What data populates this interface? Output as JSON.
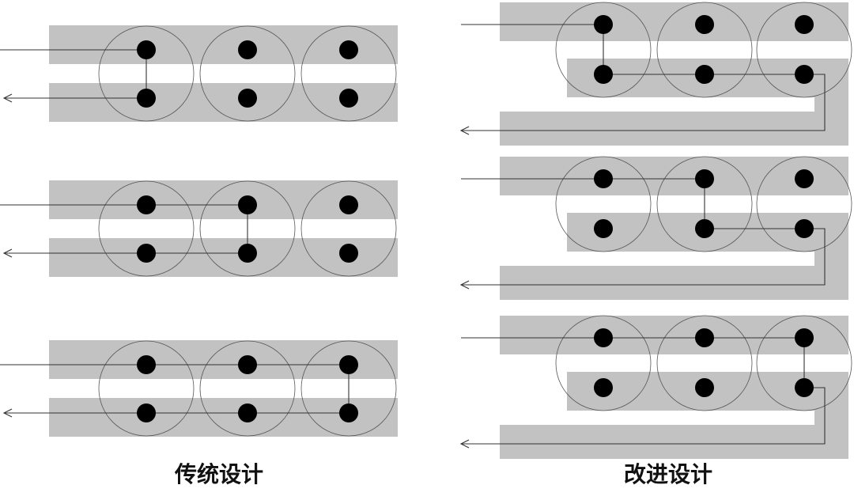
{
  "colors": {
    "band": "#c2c2c2",
    "via": "#000000",
    "trace": "#333333",
    "pad_outline": "#555555",
    "background": "#ffffff"
  },
  "captions": {
    "traditional": "传统设计",
    "improved": "改进设计"
  },
  "traditional_design": [
    {
      "connected_column": 1
    },
    {
      "connected_column": 2
    },
    {
      "connected_column": 3
    }
  ],
  "improved_design": [
    {
      "connected_column": 1
    },
    {
      "connected_column": 2
    },
    {
      "connected_column": 3
    }
  ]
}
